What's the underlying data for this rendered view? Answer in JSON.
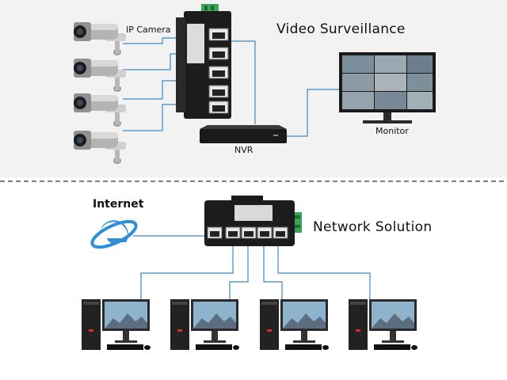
{
  "top_section": {
    "title": "Video Surveillance",
    "camera_label": "IP Camera",
    "nvr_label": "NVR",
    "monitor_label": "Monitor"
  },
  "bottom_section": {
    "title": "Network Solution",
    "internet_label": "Internet"
  },
  "colors": {
    "top_background": "#f2f2f2",
    "link_line": "#3f87c2",
    "divider": "#555555",
    "switch_body": "#1c1c1c",
    "terminal_green": "#3aa655",
    "ie_logo": "#2d8fd6"
  },
  "icons": {
    "camera": "cctv-camera-icon",
    "switch": "industrial-ethernet-switch-icon",
    "nvr": "network-video-recorder-icon",
    "monitor": "monitor-icon",
    "internet": "internet-explorer-logo-icon",
    "computer": "desktop-computer-icon"
  }
}
